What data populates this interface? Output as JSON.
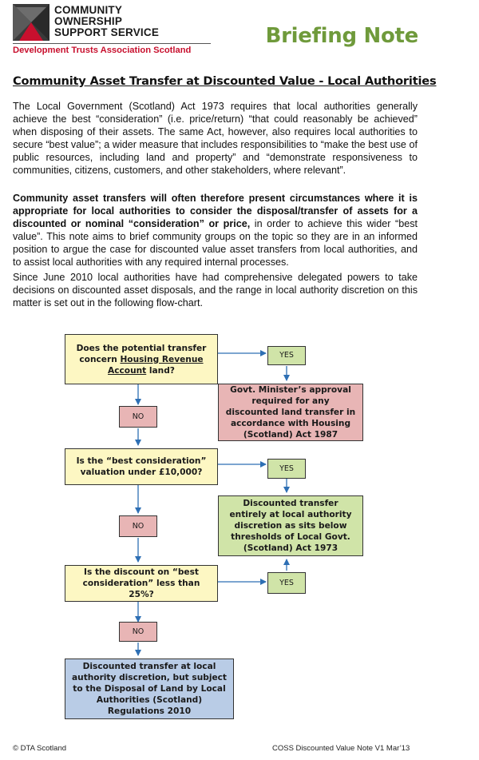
{
  "logo": {
    "line1": "COMMUNITY",
    "line2": "OWNERSHIP",
    "line3": "SUPPORT SERVICE",
    "tagline": "Development Trusts Association Scotland"
  },
  "header": {
    "briefing_label": "Briefing Note",
    "title": "Community Asset Transfer at Discounted Value - Local Authorities"
  },
  "body": {
    "p1": "The Local Government (Scotland) Act 1973 requires that local authorities generally achieve the best “consideration” (i.e. price/return) “that could reasonably be achieved” when disposing of their assets. The same Act, however, also requires local authorities to secure “best value”; a wider measure that includes responsibilities to “make the best use of public resources, including land and property” and “demonstrate responsiveness to communities, citizens, customers, and other stakeholders, where relevant”.",
    "p2_bold": "Community asset transfers will often therefore present circumstances where it is appropriate for local authorities to consider the disposal/transfer of assets for a discounted or nominal “consideration” or price,",
    "p2_rest": " in order to achieve this wider “best value”. This note aims to brief community groups on the topic so they are in an informed position to argue the case for discounted value asset transfers from local authorities, and to assist local authorities with any required internal processes.",
    "p3": "Since June 2010 local authorities have had comprehensive delegated powers to take decisions on discounted asset disposals, and the range in local authority discretion on this matter is set out in the following flow-chart."
  },
  "flowchart": {
    "q1_pre": "Does the potential transfer concern ",
    "q1_link": "Housing Revenue Account",
    "q1_post": " land?",
    "yes1": "YES",
    "outcome1": "Govt. Minister’s approval required for any discounted land transfer in accordance with Housing (Scotland) Act 1987",
    "no1": "NO",
    "q2": "Is the “best consideration” valuation under £10,000?",
    "yes2": "YES",
    "outcome2": "Discounted transfer entirely at local authority discretion as sits below thresholds of Local Govt. (Scotland) Act 1973",
    "no2": "NO",
    "q3": "Is the discount on “best consideration” less than 25%?",
    "yes3": "YES",
    "no3": "NO",
    "outcome3": "Discounted transfer at local authority discretion, but subject to the Disposal of Land by Local Authorities (Scotland) Regulations 2010"
  },
  "footer": {
    "left": "© DTA Scotland",
    "right": "COSS Discounted Value Note V1 Mar’13"
  },
  "colors": {
    "tagline_red": "#c8102e",
    "briefing_green": "#6f9a3b",
    "arrow_blue": "#2e6fb4",
    "question_fill": "#fdf7c3",
    "red_fill": "#e8b5b5",
    "green_fill": "#d0e4a8",
    "blue_fill": "#b9cce6"
  }
}
